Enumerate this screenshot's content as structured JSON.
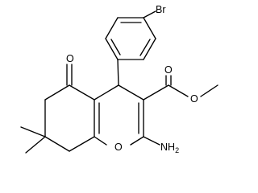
{
  "molecule": {
    "atoms": {
      "br": "Br",
      "ketone_oxygen": "O",
      "ring_oxygen": "O",
      "carbonyl_oxygen": "O",
      "ester_oxygen": "O",
      "amine": "NH",
      "amine_subscript": "2"
    }
  },
  "colors": {
    "bond": "#000000",
    "label": "#000000",
    "background": "#ffffff"
  }
}
